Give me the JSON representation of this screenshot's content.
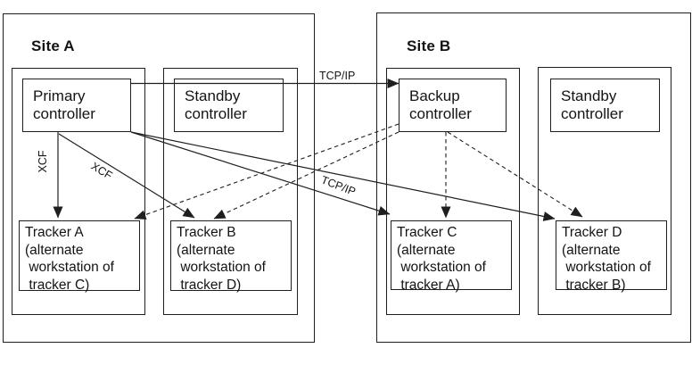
{
  "site_a": {
    "title": "Site A",
    "controller_1": "Primary\ncontroller",
    "controller_2": "Standby\ncontroller",
    "tracker_1": "Tracker A\n(alternate\n workstation of\n tracker C)",
    "tracker_2": "Tracker B\n(alternate\n workstation of\n tracker D)"
  },
  "site_b": {
    "title": "Site B",
    "controller_1": "Backup\ncontroller",
    "controller_2": "Standby\ncontroller",
    "tracker_1": "Tracker C\n(alternate\n workstation of\n tracker A)",
    "tracker_2": "Tracker D\n(alternate\n workstation of\n tracker B)"
  },
  "labels": {
    "tcp_ip_top": "TCP/IP",
    "tcp_ip_diagonal": "TCP/IP",
    "xcf_vertical": "XCF",
    "xcf_diagonal": "XCF"
  },
  "colors": {
    "line": "#1f1f1f",
    "text": "#141414",
    "background": "#ffffff"
  },
  "connections": [
    {
      "from": "Primary controller",
      "to": "Backup controller",
      "label": "TCP/IP",
      "style": "solid-arrow"
    },
    {
      "from": "Primary controller",
      "to": "Tracker A",
      "label": "XCF",
      "style": "solid-arrow"
    },
    {
      "from": "Primary controller",
      "to": "Tracker B",
      "label": "XCF",
      "style": "solid-arrow"
    },
    {
      "from": "Primary controller",
      "to": "Tracker C",
      "label": "TCP/IP",
      "style": "solid-arrow"
    },
    {
      "from": "Primary controller",
      "to": "Tracker D",
      "label": "TCP/IP",
      "style": "solid-arrow"
    },
    {
      "from": "Backup controller",
      "to": "Tracker A",
      "label": "",
      "style": "dashed-arrow"
    },
    {
      "from": "Backup controller",
      "to": "Tracker B",
      "label": "",
      "style": "dashed-arrow"
    },
    {
      "from": "Backup controller",
      "to": "Tracker C",
      "label": "",
      "style": "dashed-arrow"
    },
    {
      "from": "Backup controller",
      "to": "Tracker D",
      "label": "",
      "style": "dashed-arrow"
    }
  ]
}
